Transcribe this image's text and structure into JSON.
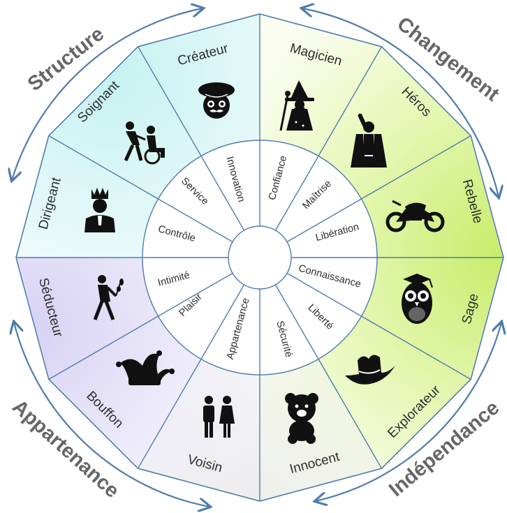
{
  "archetypes": [
    {
      "name": "Magicien",
      "motive": "Confiance",
      "icon": "wizard-icon"
    },
    {
      "name": "Héros",
      "motive": "Maîtrise",
      "icon": "hero-icon"
    },
    {
      "name": "Rebelle",
      "motive": "Libération",
      "icon": "motorcycle-icon"
    },
    {
      "name": "Sage",
      "motive": "Connaissance",
      "icon": "owl-icon"
    },
    {
      "name": "Explorateur",
      "motive": "Liberté",
      "icon": "cowboy-hat-icon"
    },
    {
      "name": "Innocent",
      "motive": "Sécurité",
      "icon": "teddy-bear-icon"
    },
    {
      "name": "Voisin",
      "motive": "Appartenance",
      "icon": "couple-icon"
    },
    {
      "name": "Bouffon",
      "motive": "Plaisir",
      "icon": "jester-hat-icon"
    },
    {
      "name": "Séducteur",
      "motive": "Intimité",
      "icon": "man-with-flower-icon"
    },
    {
      "name": "Dirigeant",
      "motive": "Contrôle",
      "icon": "crowned-man-icon"
    },
    {
      "name": "Soignant",
      "motive": "Service",
      "icon": "caregiver-wheelchair-icon"
    },
    {
      "name": "Créateur",
      "motive": "Innovation",
      "icon": "artist-beret-icon"
    }
  ],
  "groups": {
    "structure": "Structure",
    "changement": "Changement",
    "independance": "Indépendance",
    "appartenance": "Appartenance"
  },
  "colors": {
    "outline": "#4f7cac",
    "label_gray": "#666666",
    "green": "#c8ec6a",
    "cyan": "#c7f1f1",
    "lavender": "#d8d2f4",
    "gray": "#e4e4e4"
  }
}
